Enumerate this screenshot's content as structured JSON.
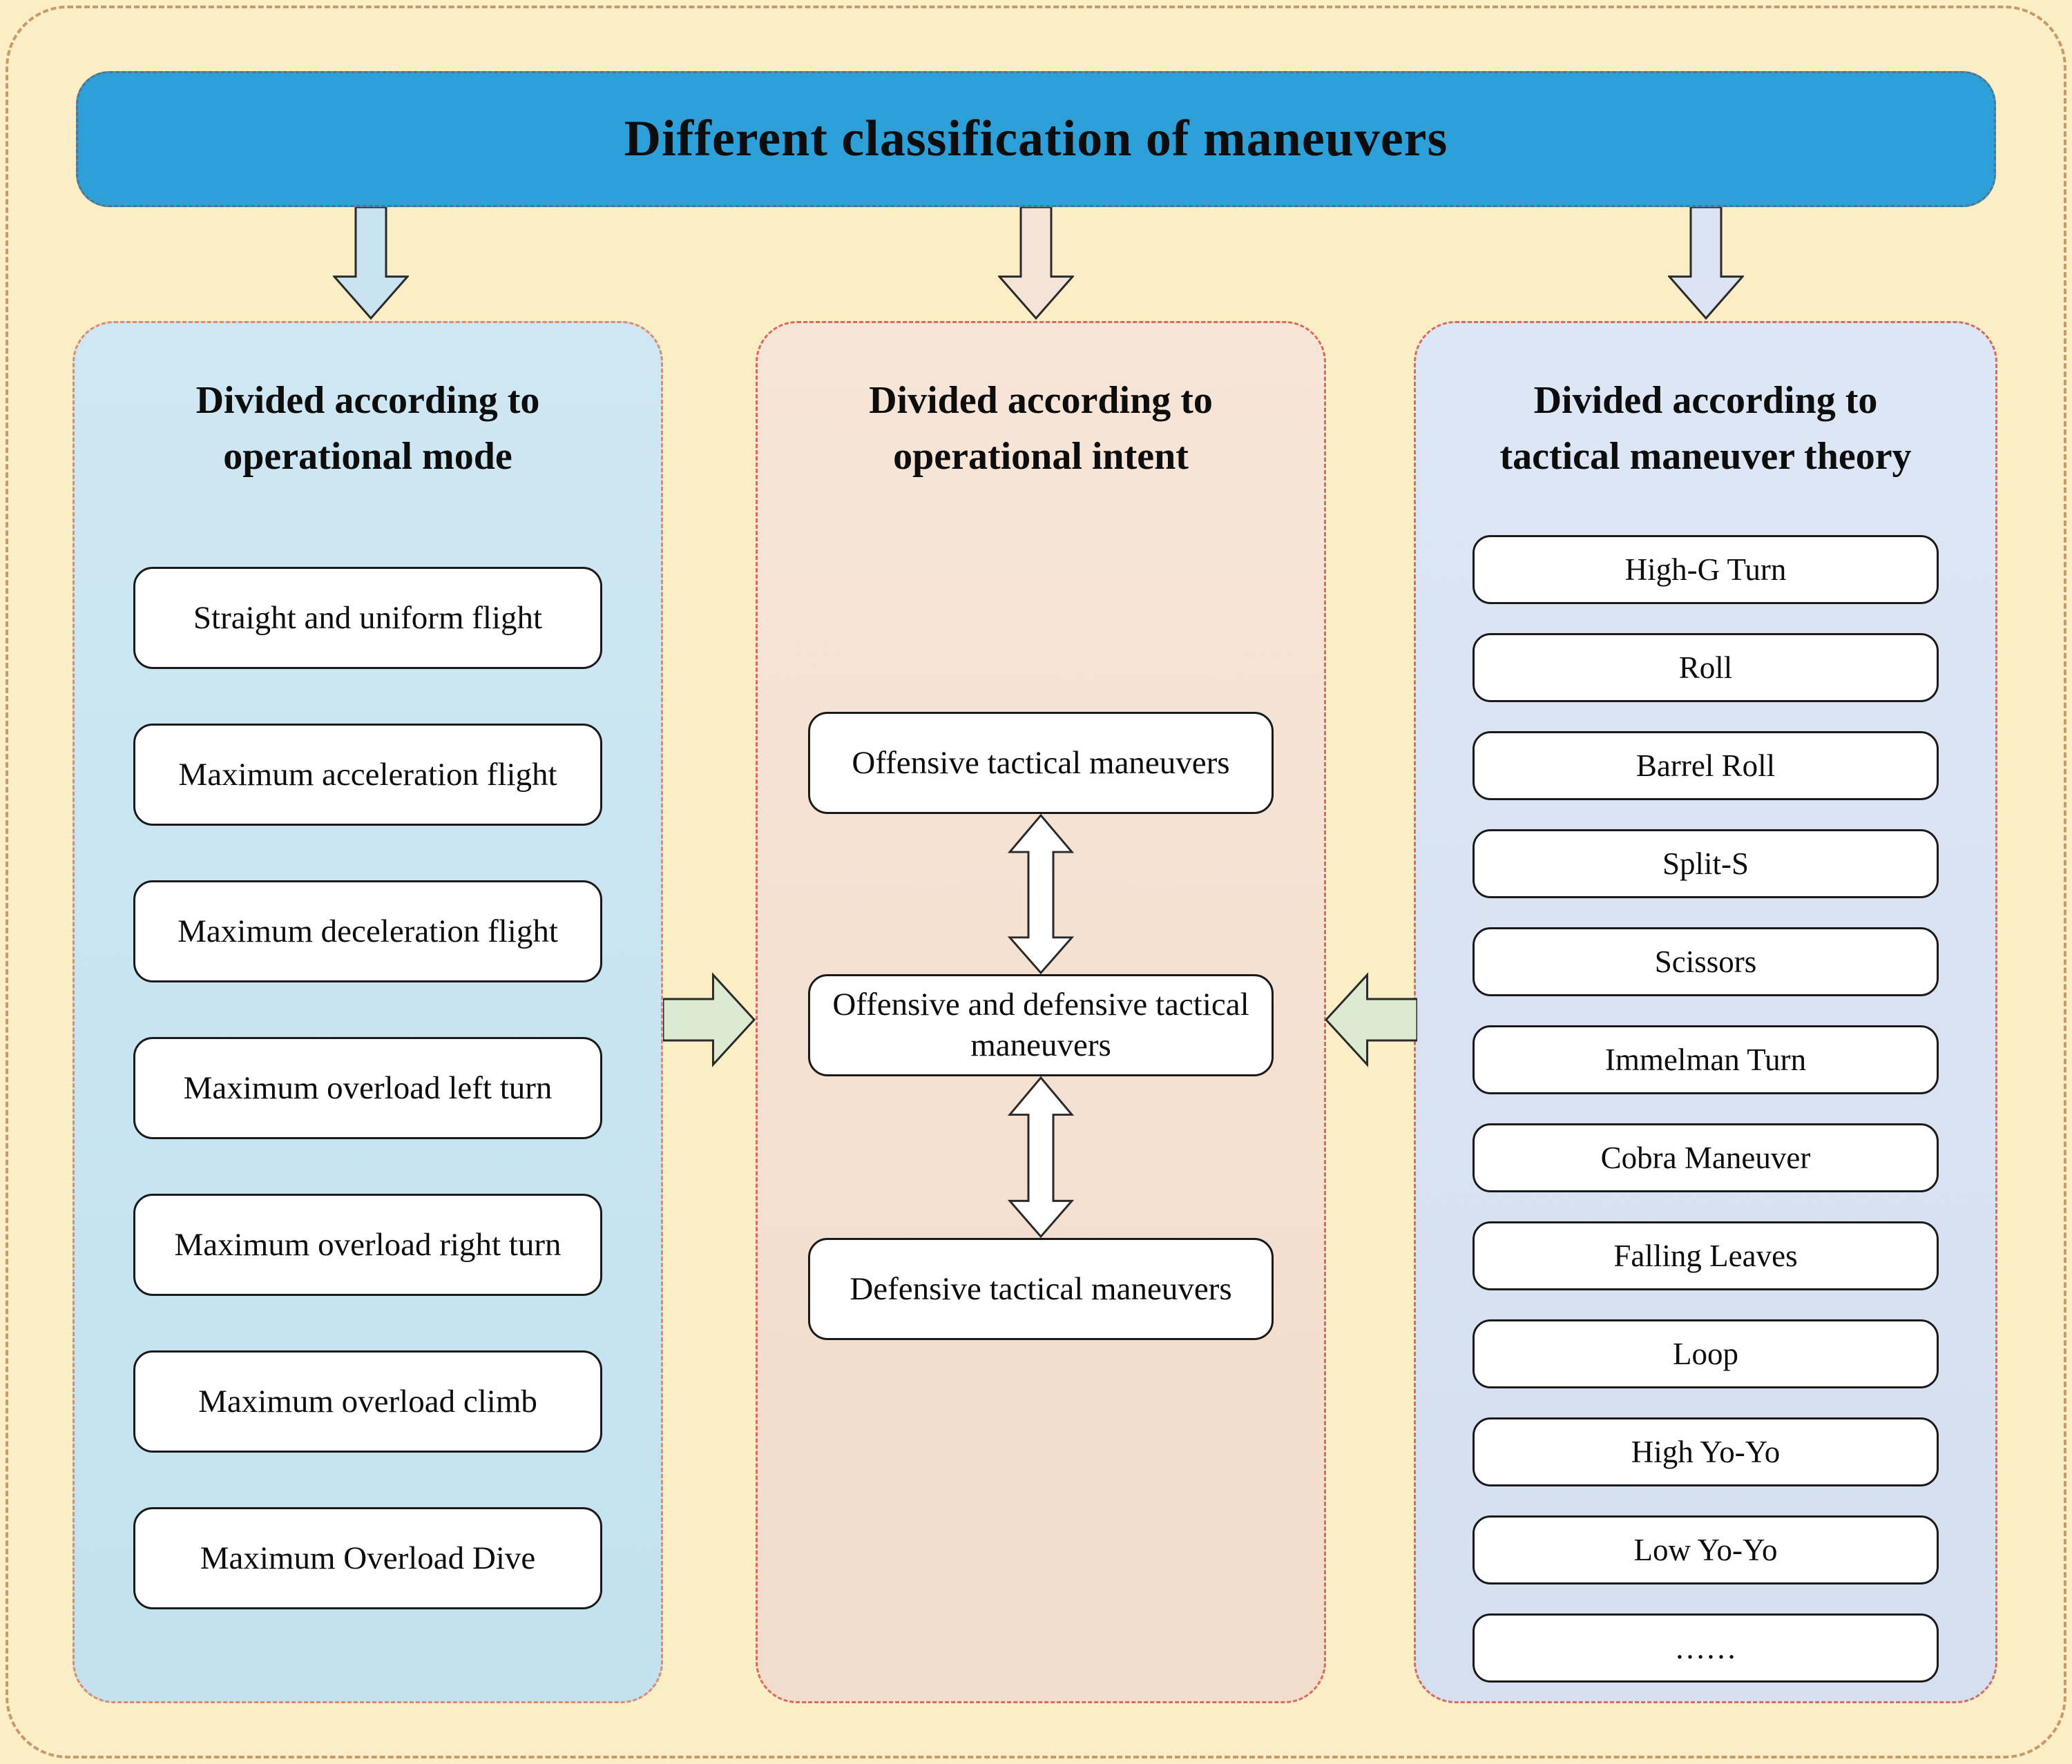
{
  "banner": {
    "title": "Different classification of maneuvers"
  },
  "left_panel": {
    "title_line1": "Divided according to",
    "title_line2": "operational mode",
    "items": [
      "Straight and uniform flight",
      "Maximum acceleration flight",
      "Maximum deceleration flight",
      "Maximum overload left turn",
      "Maximum overload right turn",
      "Maximum overload climb",
      "Maximum Overload Dive"
    ]
  },
  "middle_panel": {
    "title_line1": "Divided according to",
    "title_line2": "operational intent",
    "items": [
      "Offensive tactical maneuvers",
      "Offensive and defensive tactical maneuvers",
      "Defensive tactical maneuvers"
    ]
  },
  "right_panel": {
    "title_line1": "Divided according to",
    "title_line2": "tactical maneuver theory",
    "items": [
      "High-G Turn",
      "Roll",
      "Barrel Roll",
      "Split-S",
      "Scissors",
      "Immelman Turn",
      "Cobra Maneuver",
      "Falling Leaves",
      "Loop",
      "High Yo-Yo",
      "Low Yo-Yo",
      "……"
    ]
  },
  "icons": {
    "down_arrow": "arrow-down-icon",
    "double_vertical_arrow": "double-headed-arrow-icon",
    "arrow_right": "arrow-right-icon",
    "arrow_left": "arrow-left-icon"
  },
  "colors": {
    "background": "#fbeec7",
    "outer_border": "#c79a68",
    "banner_fill": "#2ea0d9",
    "left_panel_fill": "#c9e5f1",
    "middle_panel_fill": "#f5e1d2",
    "right_panel_fill": "#d9e3f2",
    "left_panel_border": "#e18a6a",
    "red_panel_border": "#d96c58",
    "box_fill": "#ffffff",
    "green_arrow_fill": "#dcead2"
  }
}
